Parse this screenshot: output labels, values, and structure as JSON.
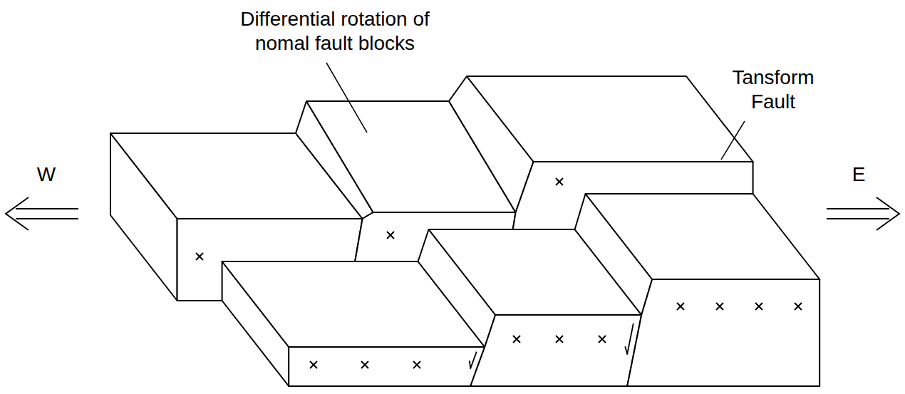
{
  "diagram": {
    "labels": [
      "Differential rotation of nomal fault blocks",
      "Tansform Fault",
      "W",
      "E"
    ]
  }
}
